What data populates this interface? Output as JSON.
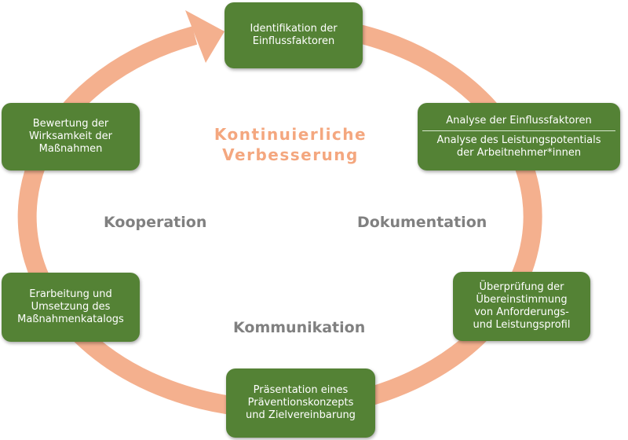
{
  "center_title": {
    "line1": "Kontinuierliche",
    "line2": "Verbesserung"
  },
  "labels": {
    "left": "Kooperation",
    "right": "Dokumentation",
    "bottom": "Kommunikation"
  },
  "steps": {
    "identification": {
      "line1": "Identifikation der",
      "line2": "Einflussfaktoren"
    },
    "analysis": {
      "top": "Analyse der Einflussfaktoren",
      "bottom_line1": "Analyse des Leistungspotentials",
      "bottom_line2": "der Arbeitnehmer*innen"
    },
    "review": {
      "line1": "Überprüfung der",
      "line2": "Übereinstimmung",
      "line3": "von Anforderungs-",
      "line4": "und Leistungsprofil"
    },
    "presentation": {
      "line1": "Präsentation eines",
      "line2": "Präventionskonzepts",
      "line3": "und Zielvereinbarung"
    },
    "development": {
      "line1": "Erarbeitung und",
      "line2": "Umsetzung des",
      "line3": "Maßnahmenkatalogs"
    },
    "evaluation": {
      "line1": "Bewertung der",
      "line2": "Wirksamkeit der",
      "line3": "Maßnahmen"
    }
  },
  "colors": {
    "box": "#548235",
    "ring": "#f4b08e",
    "title": "#f4a77f",
    "label": "#808080"
  }
}
